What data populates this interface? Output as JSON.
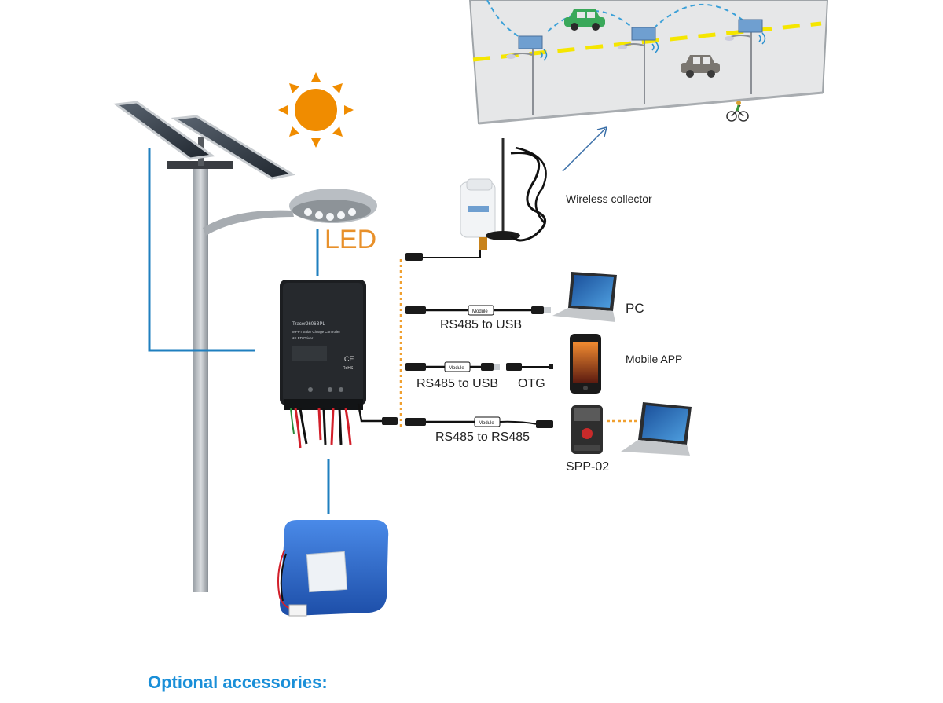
{
  "labels": {
    "led": "LED",
    "wireless_collector": "Wireless collector",
    "pc": "PC",
    "mobile_app": "Mobile APP",
    "rs485_usb_1": "RS485 to USB",
    "rs485_usb_2": "RS485 to USB",
    "otg": "OTG",
    "rs485_rs485": "RS485 to RS485",
    "spp02": "SPP-02",
    "optional_accessories": "Optional accessories:"
  },
  "module_tags": [
    "Module",
    "Module",
    "Module"
  ],
  "controller": {
    "model": "Tracer2606BPL",
    "lines": [
      "MPPT Solar Charge Controller",
      "& LED Driver"
    ],
    "ce": "CE",
    "rohs": "RoHS"
  },
  "colors": {
    "pole_wire": "#1f7fbf",
    "led_text": "#e8902a",
    "sun": "#f08c00",
    "dotted_link": "#f0a030",
    "heading": "#1a8fd8",
    "road": "#e6e7e8",
    "lane_dash": "#f5e600",
    "wireless_arc": "#3aa0d8",
    "arrow": "#3a6fa8",
    "battery": "#2f6fd0"
  },
  "icons": [
    "sun-icon",
    "solar-panel-icon",
    "led-lamp-icon",
    "car-icon",
    "bicycle-icon",
    "wifi-icon",
    "antenna-icon",
    "laptop-icon",
    "smartphone-icon",
    "usb-plug-icon"
  ]
}
